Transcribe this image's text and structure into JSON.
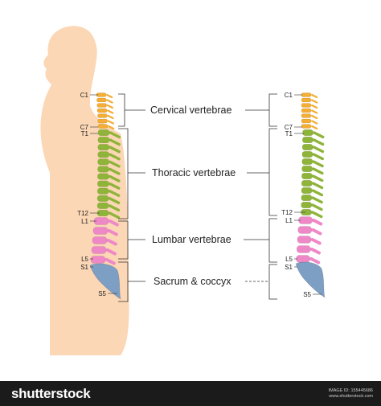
{
  "labels": {
    "c1": "C1",
    "c7": "C7",
    "t1": "T1",
    "t12": "T12",
    "l1": "L1",
    "l5": "L5",
    "s1": "S1",
    "s5": "S5"
  },
  "regions": {
    "cervical": "Cervical vertebrae",
    "thoracic": "Thoracic vertebrae",
    "lumbar": "Lumbar vertebrae",
    "sacrum": "Sacrum & coccyx"
  },
  "colors": {
    "skin": "#fbd7b5",
    "cervical": "#f4ad35",
    "thoracic": "#8fb43a",
    "lumbar": "#ee88c7",
    "sacrum": "#7e9fc4",
    "footer": "#1b1b1b"
  },
  "footer": {
    "brand": "shutterstock",
    "image_id": "IMAGE ID: 155445686",
    "site": "www.shutterstock.com"
  }
}
